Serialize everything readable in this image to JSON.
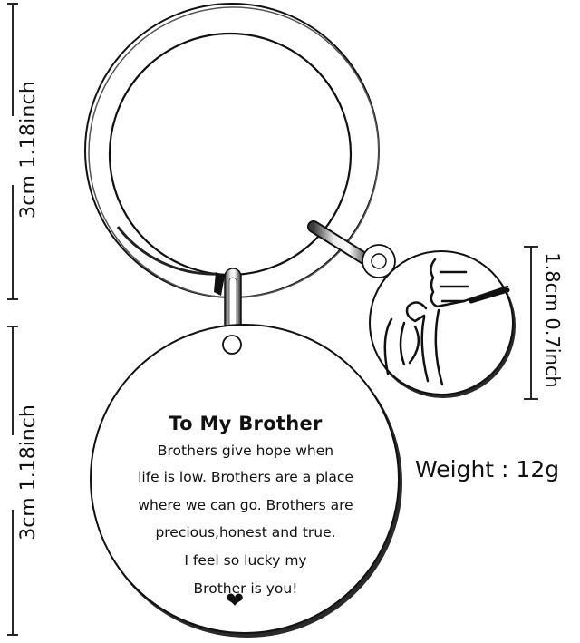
{
  "dimensions": {
    "ring_size": "3cm 1.18inch",
    "tag_size": "3cm 1.18inch",
    "charm_size": "1.8cm 0.7inch",
    "weight": "Weight : 12g"
  },
  "tag": {
    "title": "To My Brother",
    "lines": [
      "Brothers give hope when",
      "life is low. Brothers are a place",
      "where we can go. Brothers are",
      "precious,honest and true.",
      "I feel so lucky my",
      "Brother is you!"
    ],
    "icon": "heart-icon",
    "heart_glyph": "❤"
  },
  "charm": {
    "icon": "pinky-promise-hands-icon"
  },
  "colors": {
    "background": "#ffffff",
    "metal_outline": "#111111",
    "text": "#111111"
  }
}
